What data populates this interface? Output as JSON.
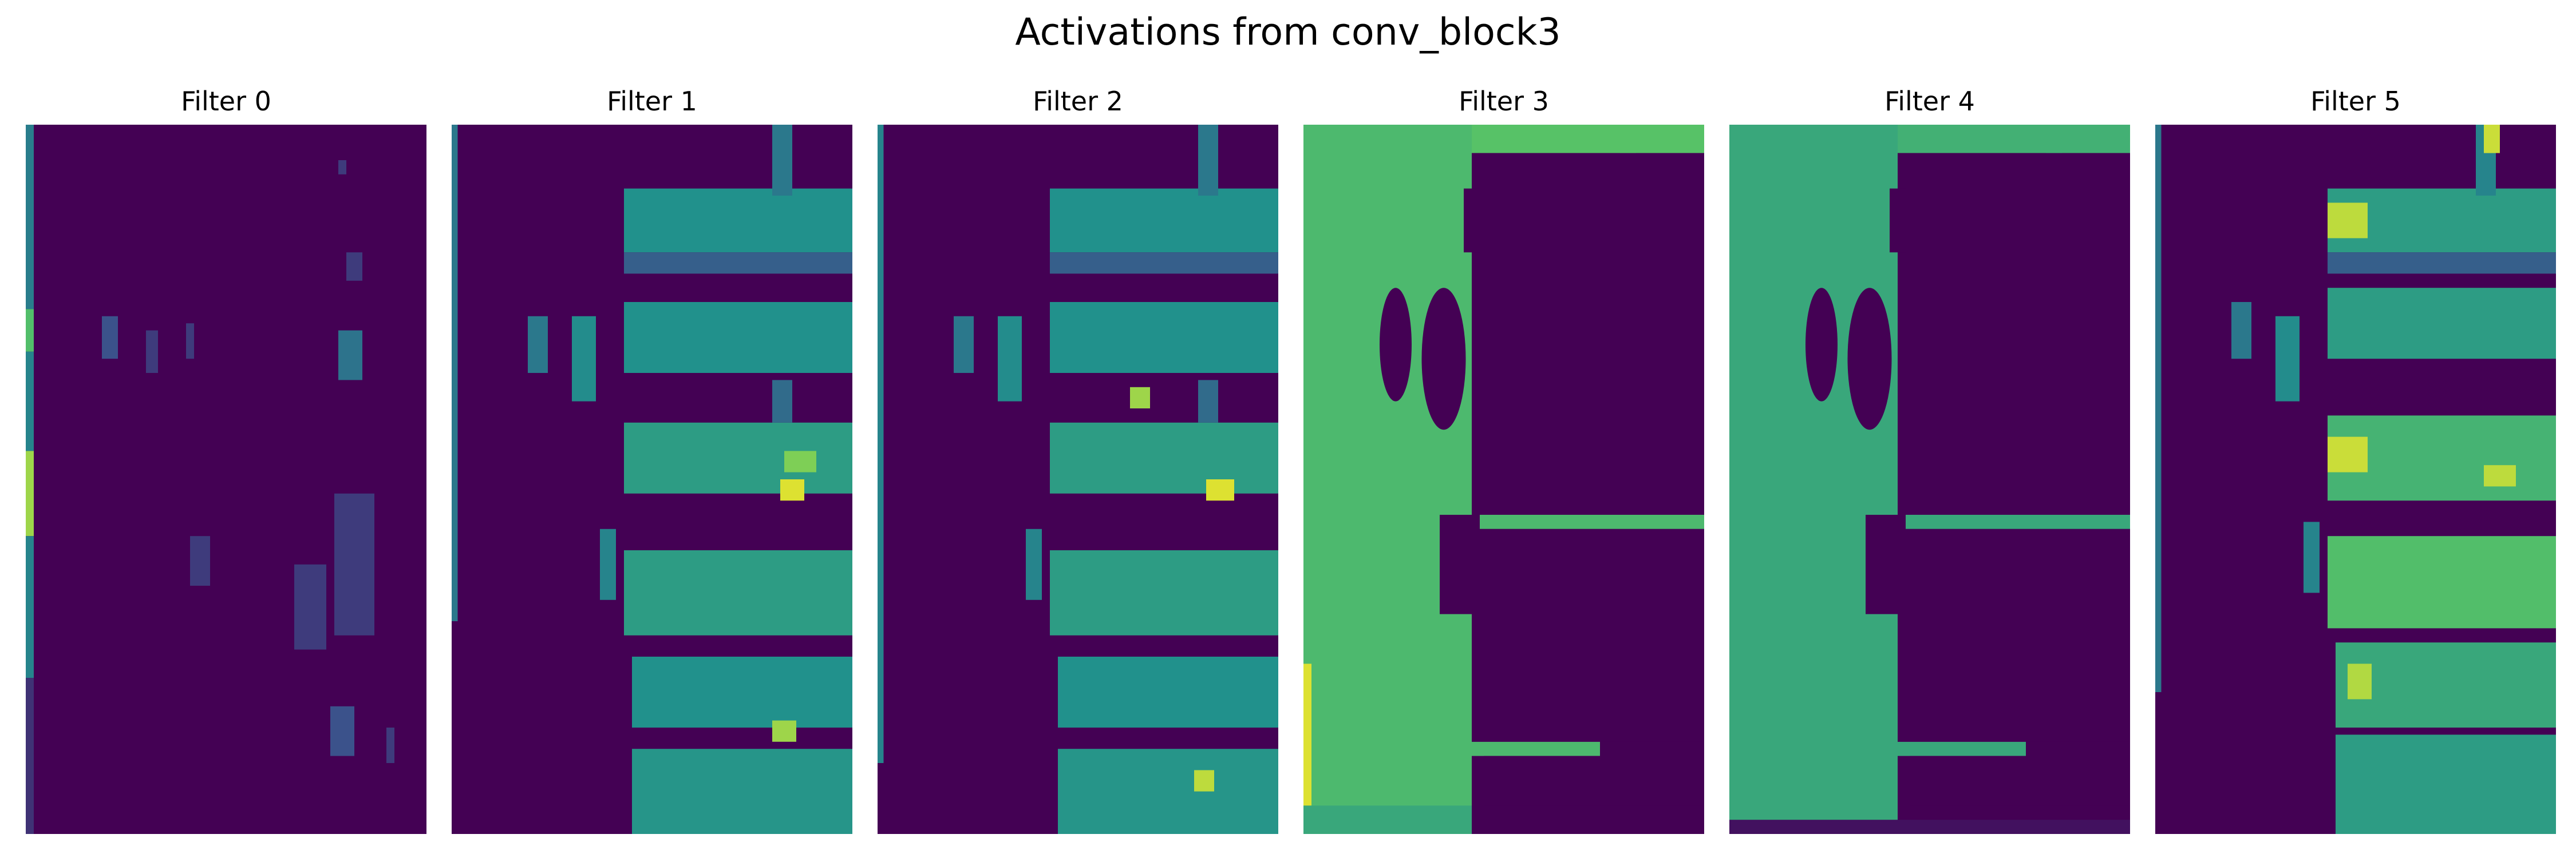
{
  "chart_data": {
    "type": "heatmap",
    "title": "Activations from conv_block3",
    "colormap": "viridis",
    "panels": [
      {
        "name": "Filter 0",
        "regions": [
          [
            0.0,
            0.0,
            0.02,
            0.26,
            0.42
          ],
          [
            0.0,
            0.26,
            0.02,
            0.06,
            0.7
          ],
          [
            0.0,
            0.32,
            0.02,
            0.14,
            0.45
          ],
          [
            0.0,
            0.46,
            0.02,
            0.12,
            0.85
          ],
          [
            0.0,
            0.58,
            0.02,
            0.2,
            0.45
          ],
          [
            0.0,
            0.78,
            0.02,
            0.22,
            0.15
          ],
          [
            0.78,
            0.05,
            0.02,
            0.02,
            0.18
          ],
          [
            0.8,
            0.18,
            0.04,
            0.04,
            0.18
          ],
          [
            0.19,
            0.27,
            0.04,
            0.06,
            0.25
          ],
          [
            0.3,
            0.29,
            0.03,
            0.06,
            0.18
          ],
          [
            0.4,
            0.28,
            0.02,
            0.05,
            0.18
          ],
          [
            0.78,
            0.29,
            0.06,
            0.07,
            0.38
          ],
          [
            0.41,
            0.58,
            0.05,
            0.07,
            0.18
          ],
          [
            0.77,
            0.52,
            0.1,
            0.2,
            0.18
          ],
          [
            0.67,
            0.62,
            0.08,
            0.12,
            0.18
          ],
          [
            0.76,
            0.82,
            0.06,
            0.07,
            0.25
          ],
          [
            0.9,
            0.85,
            0.02,
            0.05,
            0.18
          ]
        ]
      },
      {
        "name": "Filter 1",
        "regions": [
          [
            0.0,
            0.0,
            0.015,
            0.7,
            0.4
          ],
          [
            0.43,
            0.09,
            0.57,
            0.09,
            0.5
          ],
          [
            0.43,
            0.18,
            0.57,
            0.03,
            0.3
          ],
          [
            0.43,
            0.25,
            0.57,
            0.1,
            0.5
          ],
          [
            0.43,
            0.42,
            0.57,
            0.1,
            0.55
          ],
          [
            0.82,
            0.5,
            0.06,
            0.03,
            0.95
          ],
          [
            0.43,
            0.6,
            0.57,
            0.12,
            0.55
          ],
          [
            0.45,
            0.75,
            0.55,
            0.1,
            0.5
          ],
          [
            0.45,
            0.88,
            0.55,
            0.12,
            0.52
          ],
          [
            0.8,
            0.0,
            0.05,
            0.1,
            0.4
          ],
          [
            0.8,
            0.36,
            0.05,
            0.06,
            0.35
          ],
          [
            0.19,
            0.27,
            0.05,
            0.08,
            0.4
          ],
          [
            0.3,
            0.27,
            0.06,
            0.12,
            0.48
          ],
          [
            0.37,
            0.57,
            0.04,
            0.1,
            0.45
          ],
          [
            0.8,
            0.84,
            0.06,
            0.03,
            0.85
          ],
          [
            0.83,
            0.46,
            0.08,
            0.03,
            0.8
          ]
        ]
      },
      {
        "name": "Filter 2",
        "regions": [
          [
            0.0,
            0.0,
            0.015,
            0.9,
            0.45
          ],
          [
            0.43,
            0.09,
            0.57,
            0.09,
            0.5
          ],
          [
            0.43,
            0.18,
            0.57,
            0.03,
            0.3
          ],
          [
            0.43,
            0.25,
            0.57,
            0.1,
            0.5
          ],
          [
            0.43,
            0.42,
            0.57,
            0.1,
            0.55
          ],
          [
            0.82,
            0.5,
            0.07,
            0.03,
            0.95
          ],
          [
            0.43,
            0.6,
            0.57,
            0.12,
            0.55
          ],
          [
            0.45,
            0.75,
            0.55,
            0.1,
            0.5
          ],
          [
            0.45,
            0.88,
            0.55,
            0.12,
            0.52
          ],
          [
            0.8,
            0.0,
            0.05,
            0.1,
            0.4
          ],
          [
            0.8,
            0.36,
            0.05,
            0.06,
            0.35
          ],
          [
            0.19,
            0.27,
            0.05,
            0.08,
            0.4
          ],
          [
            0.3,
            0.27,
            0.06,
            0.12,
            0.48
          ],
          [
            0.37,
            0.57,
            0.04,
            0.1,
            0.45
          ],
          [
            0.79,
            0.91,
            0.05,
            0.03,
            0.9
          ],
          [
            0.63,
            0.37,
            0.05,
            0.03,
            0.85
          ]
        ]
      },
      {
        "name": "Filter 3",
        "regions": [
          [
            0.0,
            0.0,
            0.42,
            1.0,
            0.68
          ],
          [
            0.42,
            0.0,
            0.58,
            0.04,
            0.72
          ],
          [
            0.0,
            0.76,
            0.02,
            0.2,
            0.95
          ],
          [
            0.0,
            0.96,
            0.42,
            0.04,
            0.6
          ],
          [
            0.42,
            0.2,
            0.08,
            0.02,
            0.68
          ],
          [
            0.42,
            0.55,
            0.58,
            0.02,
            0.68
          ],
          [
            0.42,
            0.87,
            0.32,
            0.02,
            0.68
          ],
          [
            0.46,
            0.36,
            0.22,
            0.02,
            0.68
          ],
          [
            0.95,
            0.35,
            0.05,
            0.02,
            0.68
          ],
          [
            0.79,
            0.04,
            0.04,
            0.03,
            0.68
          ]
        ],
        "holes": [
          [
            0.42,
            0.04,
            0.58,
            0.51
          ],
          [
            0.42,
            0.57,
            0.58,
            0.3
          ],
          [
            0.45,
            0.89,
            0.55,
            0.07
          ],
          [
            0.34,
            0.55,
            0.1,
            0.14
          ],
          [
            0.4,
            0.09,
            0.04,
            0.09
          ]
        ],
        "ellipses": [
          [
            0.23,
            0.31,
            0.04,
            0.08
          ],
          [
            0.35,
            0.33,
            0.055,
            0.1
          ]
        ]
      },
      {
        "name": "Filter 4",
        "regions": [
          [
            0.0,
            0.0,
            0.42,
            1.0,
            0.6
          ],
          [
            0.42,
            0.0,
            0.58,
            0.04,
            0.64
          ],
          [
            0.0,
            0.98,
            0.42,
            0.02,
            0.05
          ],
          [
            0.42,
            0.98,
            0.58,
            0.02,
            0.05
          ],
          [
            0.42,
            0.2,
            0.08,
            0.02,
            0.6
          ],
          [
            0.42,
            0.55,
            0.58,
            0.02,
            0.6
          ],
          [
            0.42,
            0.87,
            0.32,
            0.02,
            0.6
          ],
          [
            0.46,
            0.36,
            0.22,
            0.02,
            0.6
          ],
          [
            0.95,
            0.35,
            0.05,
            0.02,
            0.6
          ],
          [
            0.79,
            0.04,
            0.04,
            0.03,
            0.6
          ],
          [
            0.45,
            0.77,
            0.02,
            0.06,
            0.9
          ]
        ],
        "holes": [
          [
            0.42,
            0.04,
            0.58,
            0.51
          ],
          [
            0.42,
            0.57,
            0.58,
            0.3
          ],
          [
            0.45,
            0.89,
            0.55,
            0.07
          ],
          [
            0.34,
            0.55,
            0.1,
            0.14
          ],
          [
            0.4,
            0.09,
            0.04,
            0.09
          ]
        ],
        "ellipses": [
          [
            0.23,
            0.31,
            0.04,
            0.08
          ],
          [
            0.35,
            0.33,
            0.055,
            0.1
          ]
        ]
      },
      {
        "name": "Filter 5",
        "regions": [
          [
            0.0,
            0.0,
            0.015,
            0.8,
            0.4
          ],
          [
            0.43,
            0.09,
            0.57,
            0.09,
            0.55
          ],
          [
            0.43,
            0.18,
            0.57,
            0.03,
            0.3
          ],
          [
            0.43,
            0.23,
            0.57,
            0.1,
            0.55
          ],
          [
            0.43,
            0.41,
            0.57,
            0.12,
            0.65
          ],
          [
            0.43,
            0.58,
            0.57,
            0.13,
            0.7
          ],
          [
            0.45,
            0.73,
            0.55,
            0.12,
            0.6
          ],
          [
            0.45,
            0.86,
            0.55,
            0.14,
            0.55
          ],
          [
            0.8,
            0.0,
            0.05,
            0.1,
            0.45
          ],
          [
            0.19,
            0.25,
            0.05,
            0.08,
            0.4
          ],
          [
            0.3,
            0.27,
            0.06,
            0.12,
            0.48
          ],
          [
            0.37,
            0.56,
            0.04,
            0.1,
            0.45
          ],
          [
            0.82,
            0.48,
            0.08,
            0.03,
            0.9
          ],
          [
            0.43,
            0.11,
            0.1,
            0.05,
            0.9
          ],
          [
            0.43,
            0.44,
            0.1,
            0.05,
            0.92
          ],
          [
            0.48,
            0.76,
            0.06,
            0.05,
            0.88
          ],
          [
            0.82,
            0.0,
            0.04,
            0.04,
            0.92
          ]
        ]
      }
    ]
  }
}
